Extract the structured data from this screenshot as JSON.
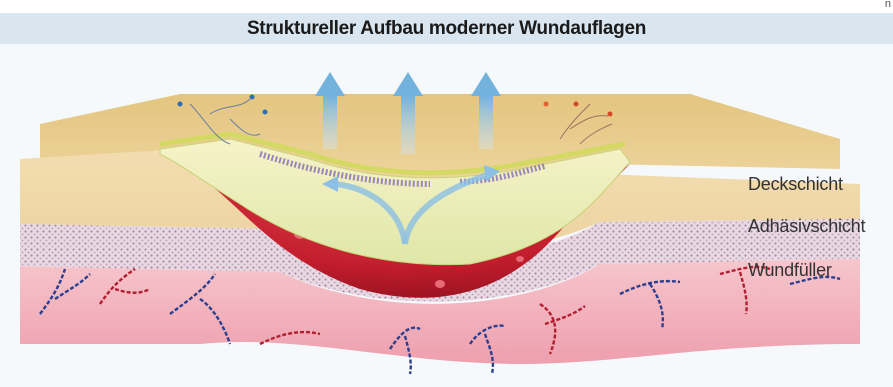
{
  "header": {
    "title": "Struktureller Aufbau moderner Wundauflagen",
    "corner_mark": "n"
  },
  "labels": {
    "deckschicht": "Deckschicht",
    "adhaesivschicht": "Adhäsivschicht",
    "wundfueller": "Wundfüller"
  },
  "colors": {
    "title_bar": "#d9e6f0",
    "panel": "#f5f9fc",
    "skin_top": "#e9cf8e",
    "skin_layer": "#f1dcb0",
    "tissue_pink": "#f2b6c0",
    "wound_red": "#c41f2f",
    "dressing_cream": "#f5f0bd",
    "arrow_blue": "#7fb7dd"
  },
  "icons": [
    "arrow-up-icon",
    "vessel-icon"
  ]
}
